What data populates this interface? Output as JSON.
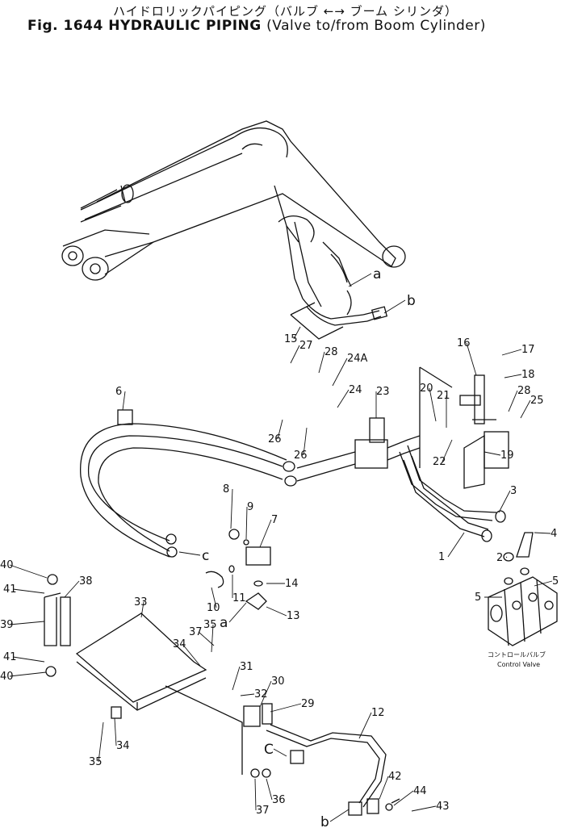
{
  "title": {
    "japanese": "ハイドロリックパイピング（バルブ ←→ ブーム シリンダ）",
    "english_main": "Fig. 1644 HYDRAULIC PIPING",
    "english_sub": "(Valve to/from Boom Cylinder)"
  },
  "part_labels": [
    "1",
    "2",
    "3",
    "4",
    "5",
    "5",
    "6",
    "7",
    "8",
    "9",
    "10",
    "11",
    "12",
    "13",
    "14",
    "15",
    "16",
    "17",
    "18",
    "19",
    "20",
    "21",
    "22",
    "23",
    "24",
    "24A",
    "25",
    "26",
    "26",
    "27",
    "28",
    "28",
    "29",
    "30",
    "31",
    "32",
    "33",
    "34",
    "34",
    "35",
    "35",
    "36",
    "37",
    "37",
    "38",
    "39",
    "40",
    "40",
    "41",
    "41",
    "42",
    "43",
    "44"
  ],
  "reference_labels": [
    "a",
    "a",
    "b",
    "b",
    "c",
    "C"
  ],
  "control_valve": {
    "label_jp": "コントロールバルブ",
    "label_en": "Control Valve"
  }
}
